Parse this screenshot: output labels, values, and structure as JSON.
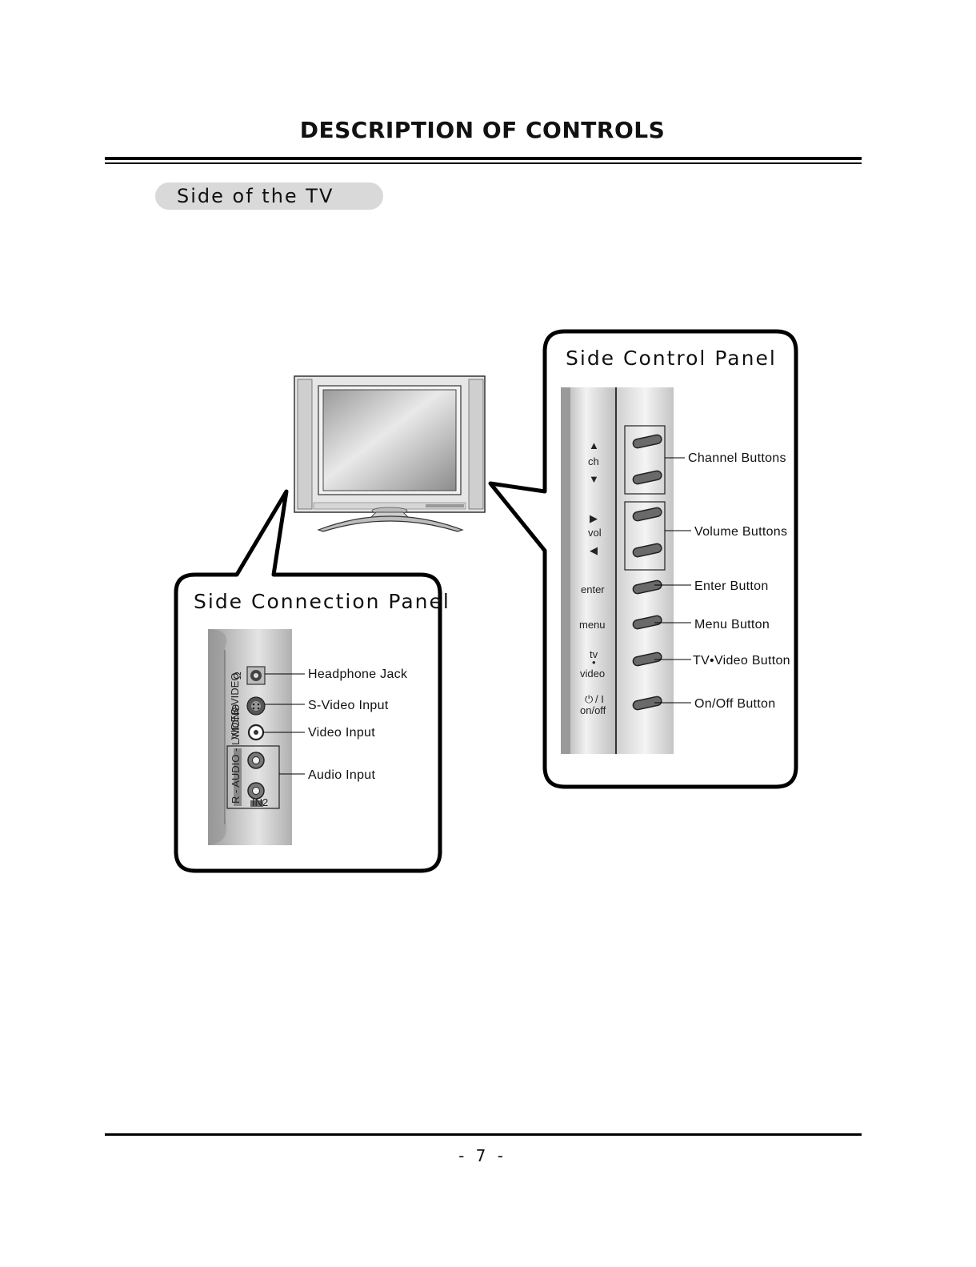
{
  "header": {
    "title": "DESCRIPTION OF CONTROLS"
  },
  "section": {
    "label": "Side of the TV"
  },
  "connection_panel": {
    "title": "Side Connection Panel",
    "labels": {
      "headphone": "Headphone Jack",
      "svideo": "S-Video Input",
      "video": "Video Input",
      "audio": "Audio Input"
    },
    "port_text": {
      "svideo": "S-VIDEO",
      "video": "VIDEO",
      "audio": "R - AUDIO - L/MONO",
      "in2": "IN2"
    }
  },
  "control_panel": {
    "title": "Side Control Panel",
    "strip": {
      "ch": "ch",
      "vol": "vol",
      "enter": "enter",
      "menu": "menu",
      "tv": "tv",
      "video": "video",
      "power": "/ I",
      "onoff": "on/off"
    },
    "labels": {
      "channel": "Channel Buttons",
      "volume": "Volume Buttons",
      "enter": "Enter Button",
      "menu": "Menu Button",
      "tvvideo": "TV•Video Button",
      "onoff": "On/Off Button"
    }
  },
  "footer": {
    "page_number": "- 7 -"
  }
}
